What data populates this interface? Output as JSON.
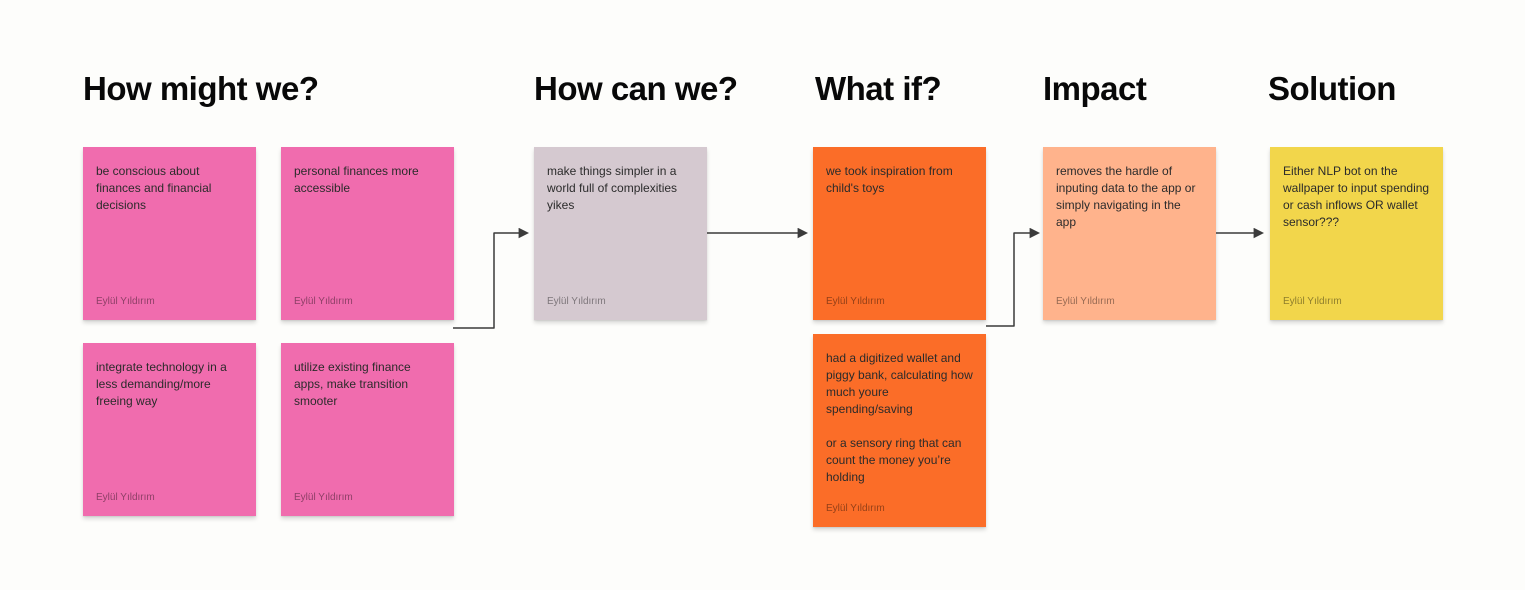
{
  "columns": [
    {
      "title": "How might we?"
    },
    {
      "title": "How can we?"
    },
    {
      "title": "What if?"
    },
    {
      "title": "Impact"
    },
    {
      "title": "Solution"
    }
  ],
  "notes": [
    {
      "text": "be conscious about finances and financial decisions",
      "author": "Eylül Yıldırım",
      "color": "#F06CAE"
    },
    {
      "text": "personal finances more accessible",
      "author": "Eylül Yıldırım",
      "color": "#F06CAE"
    },
    {
      "text": "integrate technology in a less demanding/more freeing way",
      "author": "Eylül Yıldırım",
      "color": "#F06CAE"
    },
    {
      "text": "utilize existing finance apps, make transition smooter",
      "author": "Eylül Yıldırım",
      "color": "#F06CAE"
    },
    {
      "text": "make things simpler in a world full of complexities yikes",
      "author": "Eylül Yıldırım",
      "color": "#D5C9D0"
    },
    {
      "text": "we took inspiration from child's toys",
      "author": "Eylül Yıldırım",
      "color": "#FB6D28"
    },
    {
      "text": "had a digitized wallet and piggy bank, calculating how much youre spending/saving\n\nor a sensory ring that can count the money you’re holding",
      "author": "Eylül Yıldırım",
      "color": "#FB6D28"
    },
    {
      "text": "removes the hardle of inputing data to the app or simply navigating in the app",
      "author": "Eylül Yıldırım",
      "color": "#FFB38C"
    },
    {
      "text": "Either NLP bot on the wallpaper to input spending or cash inflows OR wallet sensor???",
      "author": "Eylül Yıldırım",
      "color": "#F2D64B"
    }
  ],
  "connector_color": "#3b3b3b"
}
